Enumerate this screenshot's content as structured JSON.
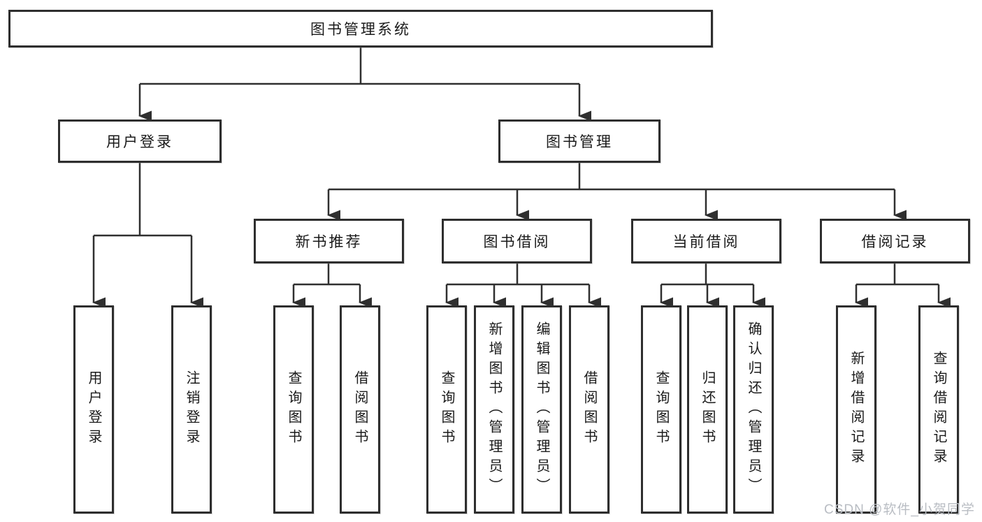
{
  "root": {
    "label": "图书管理系统"
  },
  "level2": [
    {
      "label": "用户登录"
    },
    {
      "label": "图书管理"
    }
  ],
  "level3": [
    {
      "label": "新书推荐"
    },
    {
      "label": "图书借阅"
    },
    {
      "label": "当前借阅"
    },
    {
      "label": "借阅记录"
    }
  ],
  "leaves": {
    "userLogin": [
      {
        "label": "用户登录"
      },
      {
        "label": "注销登录"
      }
    ],
    "newBooks": [
      {
        "label": "查询图书"
      },
      {
        "label": "借阅图书"
      }
    ],
    "bookBorrow": [
      {
        "label": "查询图书"
      },
      {
        "label": "新增图书（管理员）"
      },
      {
        "label": "编辑图书（管理员）"
      },
      {
        "label": "借阅图书"
      }
    ],
    "currentBorrow": [
      {
        "label": "查询图书"
      },
      {
        "label": "归还图书"
      },
      {
        "label": "确认归还（管理员）"
      }
    ],
    "borrowRecords": [
      {
        "label": "新增借阅记录"
      },
      {
        "label": "查询借阅记录"
      }
    ]
  },
  "watermark": {
    "label": "CSDN @软件_小贺同学"
  },
  "colors": {
    "line": "#2f2f2f",
    "border": "#2e2e2e",
    "text": "#1a1a1a",
    "watermark": "#b9bdc3",
    "background": "#ffffff"
  }
}
